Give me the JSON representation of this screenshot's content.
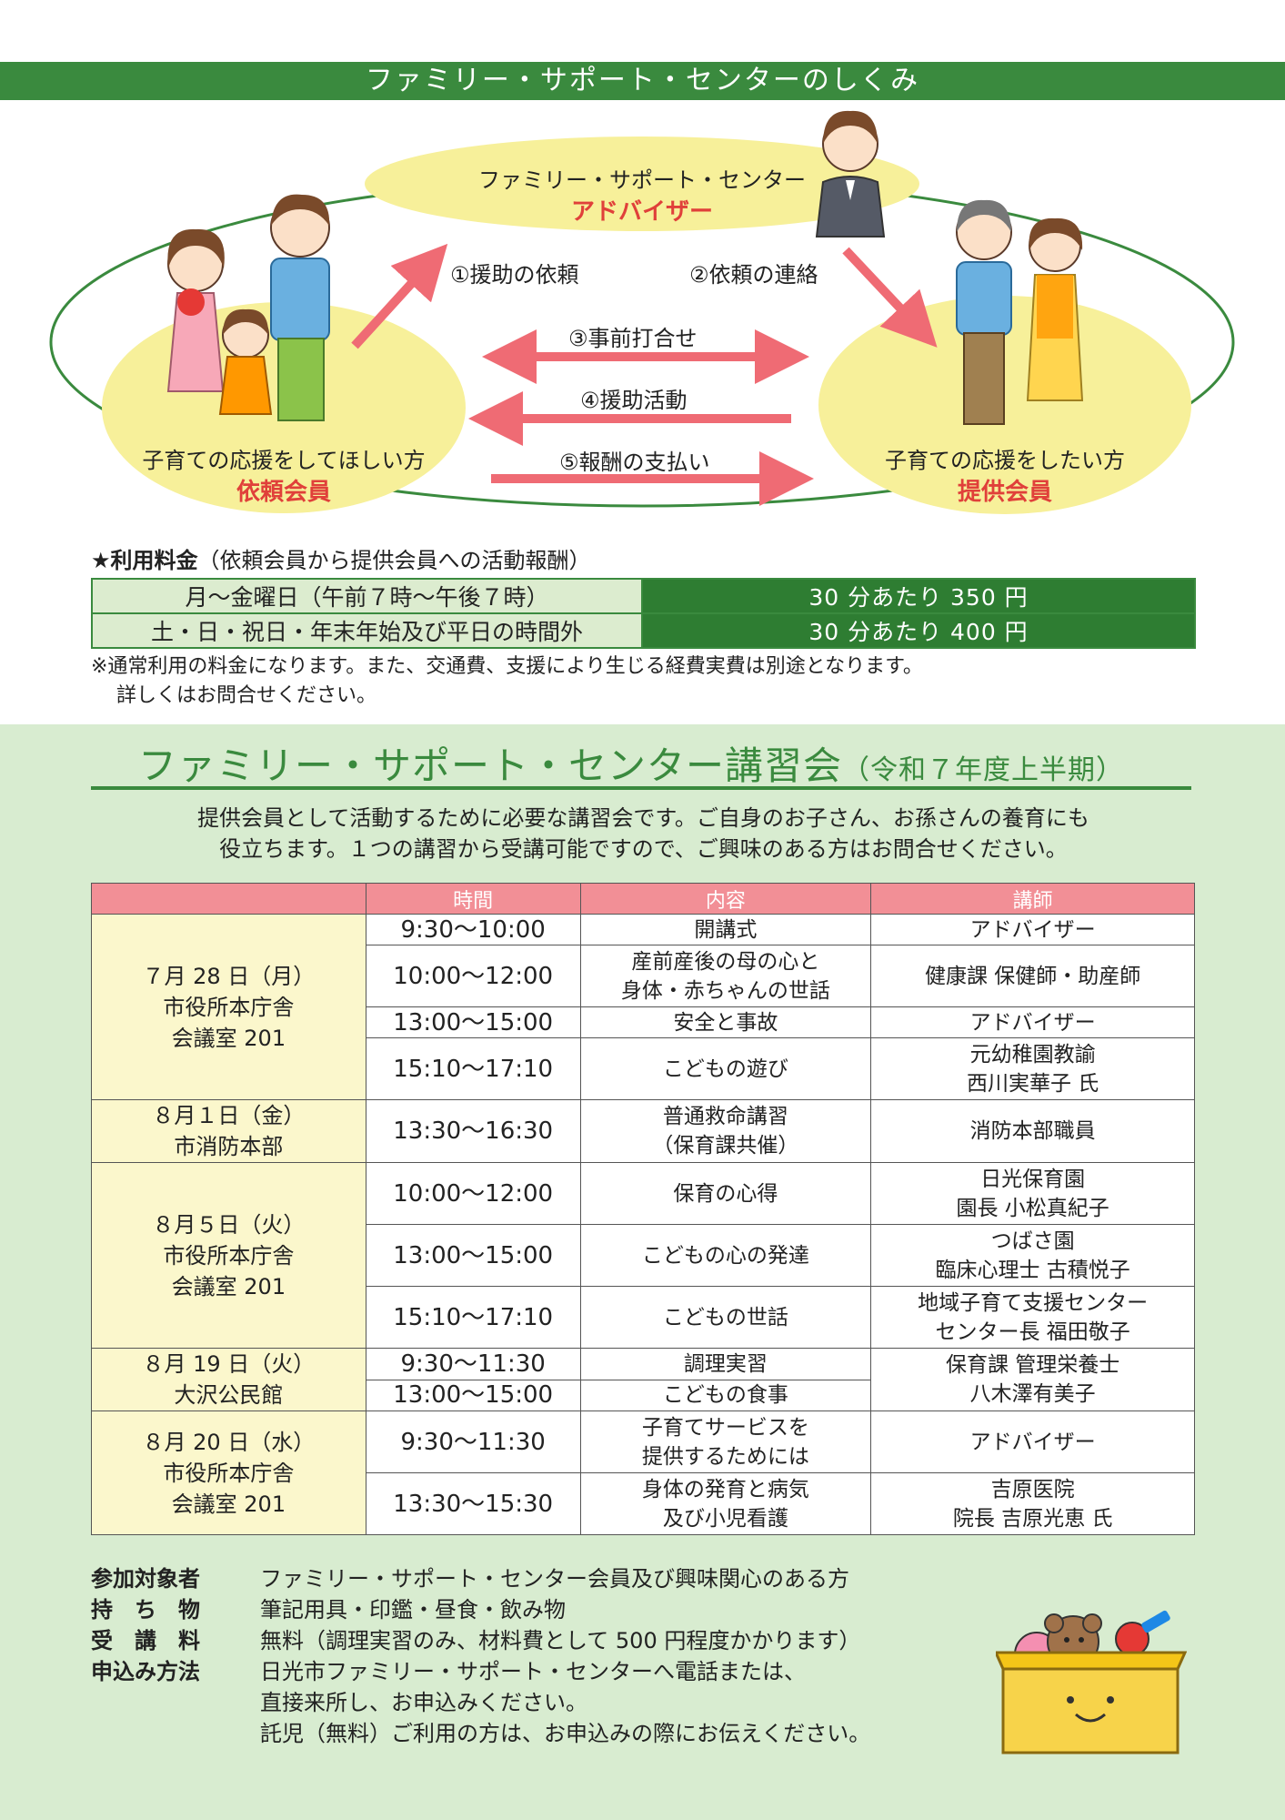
{
  "title_bar": "ファミリー・サポート・センターのしくみ",
  "diagram": {
    "center_label": "ファミリー・サポート・センター",
    "center_role": "アドバイザー",
    "left_label": "子育ての応援をしてほしい方",
    "left_role": "依頼会員",
    "right_label": "子育ての応援をしたい方",
    "right_role": "提供会員",
    "steps": [
      "①援助の依頼",
      "②依頼の連絡",
      "③事前打合せ",
      "④援助活動",
      "⑤報酬の支払い"
    ],
    "colors": {
      "green": "#3a8a3e",
      "yellow": "#f7f09a",
      "arrow": "#ef6b74"
    }
  },
  "fees": {
    "title": "★利用料金",
    "title_note": "（依頼会員から提供会員への活動報酬）",
    "rows": [
      {
        "label": "月～金曜日（午前７時～午後７時）",
        "price": "30 分あたり 350 円"
      },
      {
        "label": "土・日・祝日・年末年始及び平日の時間外",
        "price": "30 分あたり 400 円"
      }
    ],
    "note1": "※通常利用の料金になります。また、交通費、支援により生じる経費実費は別途となります。",
    "note2": "詳しくはお問合せください。"
  },
  "course": {
    "title": "ファミリー・サポート・センター講習会",
    "title_sub": "（令和７年度上半期）",
    "intro1": "提供会員として活動するために必要な講習会です。ご自身のお子さん、お孫さんの養育にも",
    "intro2": "役立ちます。１つの講習から受講可能ですので、ご興味のある方はお問合せください。",
    "headers": [
      "時間",
      "内容",
      "講師"
    ],
    "days": [
      {
        "date": "７月 28 日（月）",
        "place1": "市役所本庁舎",
        "place2": "会議室 201"
      },
      {
        "date": "８月１日（金）",
        "place1": "市消防本部",
        "place2": ""
      },
      {
        "date": "８月５日（火）",
        "place1": "市役所本庁舎",
        "place2": "会議室 201"
      },
      {
        "date": "８月 19 日（火）",
        "place1": "大沢公民館",
        "place2": ""
      },
      {
        "date": "８月 20 日（水）",
        "place1": "市役所本庁舎",
        "place2": "会議室 201"
      }
    ],
    "rows": [
      {
        "time": "9:30～10:00",
        "c1": "開講式",
        "c2": "",
        "l1": "アドバイザー",
        "l2": ""
      },
      {
        "time": "10:00～12:00",
        "c1": "産前産後の母の心と",
        "c2": "身体・赤ちゃんの世話",
        "l1": "健康課  保健師・助産師",
        "l2": ""
      },
      {
        "time": "13:00～15:00",
        "c1": "安全と事故",
        "c2": "",
        "l1": "アドバイザー",
        "l2": ""
      },
      {
        "time": "15:10～17:10",
        "c1": "こどもの遊び",
        "c2": "",
        "l1": "元幼稚園教諭",
        "l2": "西川実華子  氏"
      },
      {
        "time": "13:30～16:30",
        "c1": "普通救命講習",
        "c2": "（保育課共催）",
        "l1": "消防本部職員",
        "l2": ""
      },
      {
        "time": "10:00～12:00",
        "c1": "保育の心得",
        "c2": "",
        "l1": "日光保育園",
        "l2": "園長  小松真紀子"
      },
      {
        "time": "13:00～15:00",
        "c1": "こどもの心の発達",
        "c2": "",
        "l1": "つばさ園",
        "l2": "臨床心理士  古積悦子"
      },
      {
        "time": "15:10～17:10",
        "c1": "こどもの世話",
        "c2": "",
        "l1": "地域子育て支援センター",
        "l2": "センター長  福田敬子"
      },
      {
        "time": "9:30～11:30",
        "c1": "調理実習",
        "c2": "",
        "l1": "保育課  管理栄養士",
        "l2": "八木澤有美子"
      },
      {
        "time": "13:00～15:00",
        "c1": "こどもの食事",
        "c2": ""
      },
      {
        "time": "9:30～11:30",
        "c1": "子育てサービスを",
        "c2": "提供するためには",
        "l1": "アドバイザー",
        "l2": ""
      },
      {
        "time": "13:30～15:30",
        "c1": "身体の発育と病気",
        "c2": "及び小児看護",
        "l1": "吉原医院",
        "l2": "院長  吉原光恵  氏"
      }
    ]
  },
  "info": {
    "target_k": "参加対象者",
    "target_v": "ファミリー・サポート・センター会員及び興味関心のある方",
    "items_k": "持　ち　物",
    "items_v": "筆記用具・印鑑・昼食・飲み物",
    "fee_k": "受　講　料",
    "fee_v": "無料（調理実習のみ、材料費として 500 円程度かかります）",
    "apply_k": "申込み方法",
    "apply_v1": "日光市ファミリー・サポート・センターへ電話または、",
    "apply_v2": "直接来所し、お申込みください。",
    "apply_v3": "託児（無料）ご利用の方は、お申込みの際にお伝えください。"
  }
}
